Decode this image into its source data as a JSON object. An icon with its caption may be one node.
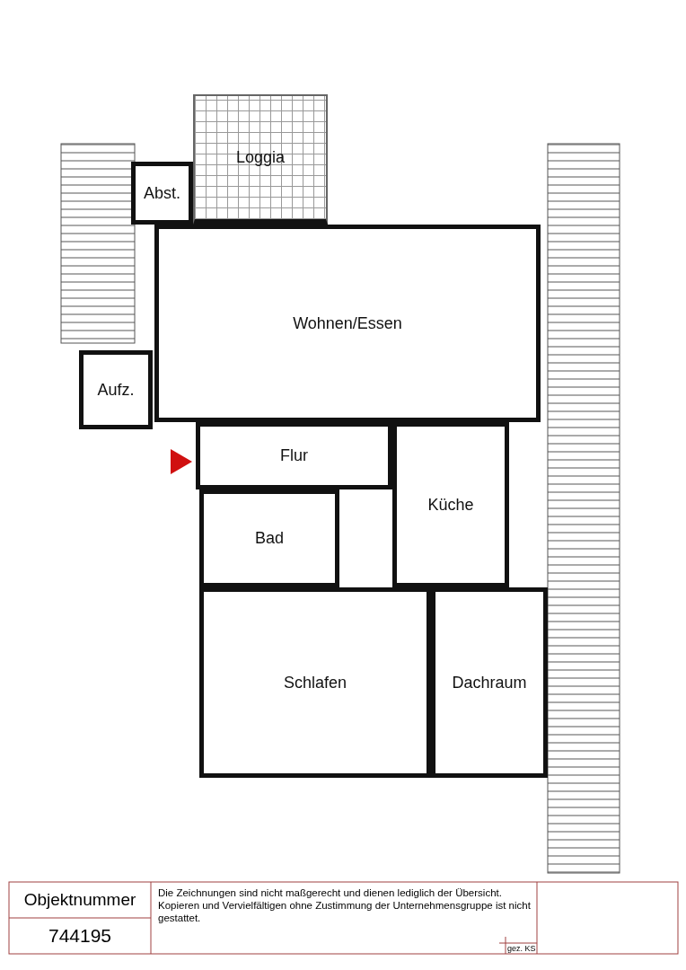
{
  "diagram": {
    "nodes": [
      {
        "text": [
          "Loggia"
        ]
      },
      {
        "text": [
          "Abst."
        ]
      },
      {
        "text": [
          "Wohnen/Essen"
        ]
      },
      {
        "text": [
          "Aufz."
        ]
      },
      {
        "text": [
          "Flur"
        ]
      },
      {
        "text": [
          "Bad"
        ]
      },
      {
        "text": [
          "Küche"
        ]
      },
      {
        "text": [
          "Schlafen"
        ]
      },
      {
        "text": [
          "Dachraum"
        ]
      }
    ],
    "labels": [
      "Objektnummer",
      "744195",
      "Die Zeichnungen sind nicht maßgerecht und dienen lediglich der Übersicht. Kopieren und Vervielfältigen ohne Zustimmung der Unternehmensgruppe ist nicht gestattet.",
      "gez. KS"
    ]
  }
}
